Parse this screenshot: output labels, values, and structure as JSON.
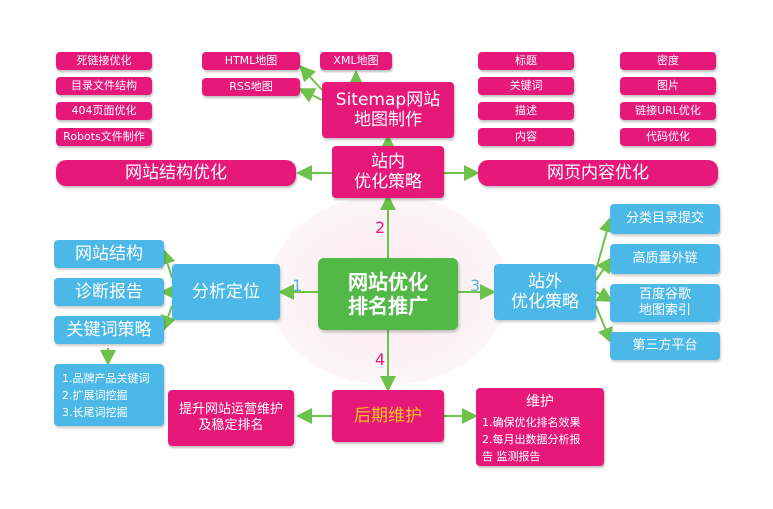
{
  "center": {
    "title": "网站优化\n排名推广"
  },
  "numbers": {
    "n1": "1",
    "n2": "2",
    "n3": "3",
    "n4": "4"
  },
  "top": {
    "hub": "站内\n优化策略",
    "sitemap": "Sitemap网站\n地图制作",
    "html_map": "HTML地图",
    "rss_map": "RSS地图",
    "xml_map": "XML地图",
    "structure_bar": "网站结构优化",
    "structure_items": [
      "死链接优化",
      "目录文件结构",
      "404页面优化",
      "Robots文件制作"
    ],
    "content_bar": "网页内容优化",
    "content_items_left": [
      "标题",
      "关键词",
      "描述",
      "内容"
    ],
    "content_items_right": [
      "密度",
      "图片",
      "链接URL优化",
      "代码优化"
    ]
  },
  "left": {
    "hub": "分析定位",
    "items": [
      "网站结构",
      "诊断报告",
      "关键词策略"
    ],
    "keywords": [
      "1.品牌产品关键词",
      "2.扩展词挖掘",
      "3.长尾词挖掘"
    ]
  },
  "right": {
    "hub": "站外\n优化策略",
    "items": [
      "分类目录提交",
      "高质量外链",
      "百度谷歌\n地图索引",
      "第三方平台"
    ]
  },
  "bottom": {
    "hub": "后期维护",
    "left_box": "提升网站运营维护\n及稳定排名",
    "maintain_title": "维护",
    "maintain_items": [
      "1.确保优化排名效果",
      "2.每月出数据分析报",
      "告  监测报告"
    ]
  },
  "colors": {
    "pink": "#e6197a",
    "blue": "#4cb8e8",
    "green": "#52b848",
    "arrow": "#6cc24a"
  }
}
